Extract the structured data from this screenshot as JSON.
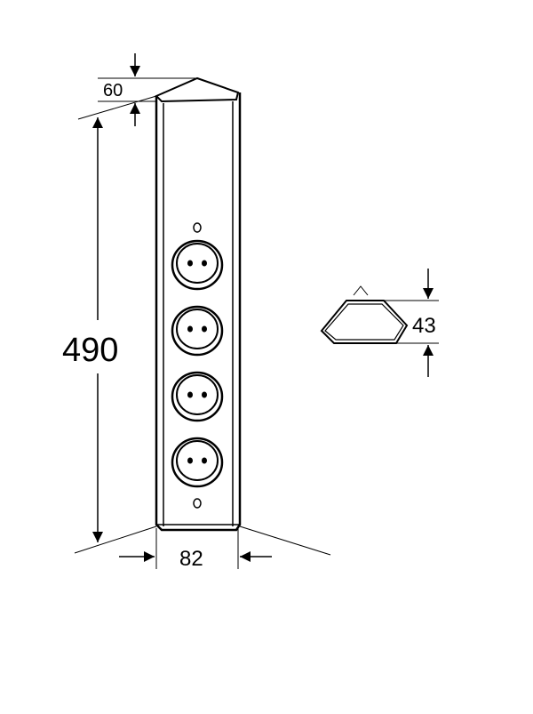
{
  "dimensions": {
    "top_depth": "60",
    "height": "490",
    "width": "82",
    "profile_depth": "43"
  },
  "outlets": {
    "count": 4
  },
  "colors": {
    "stroke": "#000000",
    "background": "#ffffff"
  }
}
